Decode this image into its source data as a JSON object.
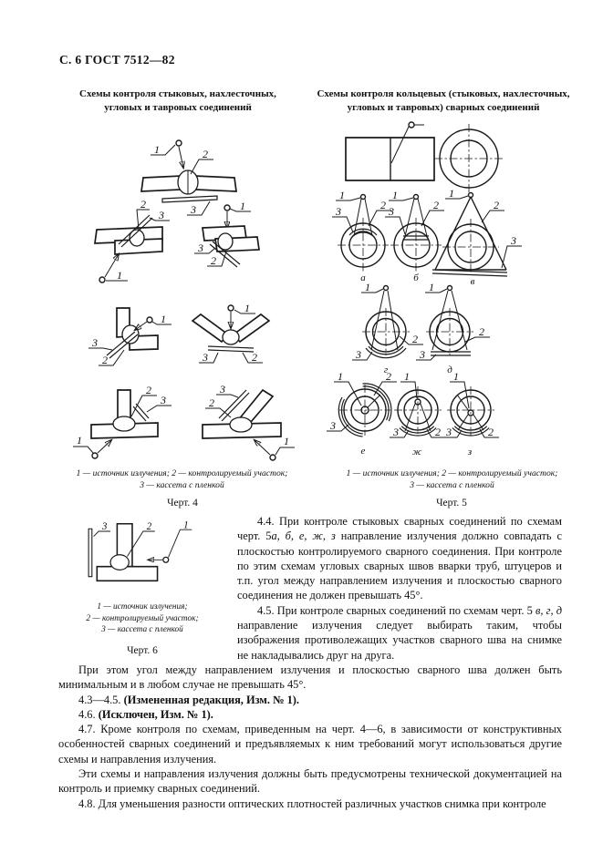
{
  "header": {
    "page_title": "С. 6 ГОСТ 7512—82"
  },
  "fig4": {
    "title_line1": "Схемы контроля стыковых, нахлесточных,",
    "title_line2": "угловых и тавровых соединений",
    "legend_line1": "1 — источник излучения; 2 — контролируемый участок;",
    "legend_line2": "3 — кассета с пленкой",
    "caption": "Черт. 4",
    "callout_source": "1",
    "callout_weld": "2",
    "callout_film": "3"
  },
  "fig5": {
    "title_line1": "Схемы контроля кольцевых (стыковых, нахлесточных,",
    "title_line2": "угловых и тавровых) сварных соединений",
    "legend_line1": "1 — источник излучения; 2 — контролируемый участок;",
    "legend_line2": "3 — кассета с пленкой",
    "caption": "Черт. 5",
    "callout_source": "1",
    "callout_weld": "2",
    "callout_film": "3",
    "scheme_labels": {
      "a": "а",
      "b": "б",
      "v": "в",
      "g": "г",
      "d": "д",
      "e": "е",
      "zh": "ж",
      "z": "з"
    }
  },
  "fig6": {
    "legend_line1": "1 — источник излучения;",
    "legend_line2": "2 — контролируемый участок;",
    "legend_line3": "3 — кассета с пленкой",
    "caption": "Черт. 6",
    "callout_source": "1",
    "callout_weld": "2",
    "callout_film": "3"
  },
  "body": {
    "p44_lead": "4.4. При контроле стыковых сварных соединений по схемам черт. 5",
    "p44_italic": "а, б, е, ж, з",
    "p44_rest": " направление излучения должно совпадать с плоскостью контролируемого сварного соединения. При контроле по этим схемам угловых сварных швов вварки труб, штуцеров и т.п. угол между направлением излучения и плоскостью сварного соединения не должен превышать 45°.",
    "p45_lead": "4.5. При контроле сварных соединений по схемам черт. 5 ",
    "p45_italic": "в, г, д",
    "p45_rest": " направление излучения следует выбирать таким, чтобы изображения противолежащих участков сварного шва на снимке не накладывались друг на друга.",
    "p45b": "При этом угол между направлением излучения и плоскостью сварного шва должен быть минимальным и в любом случае не превышать 45°.",
    "p435_num": "4.3—4.5. ",
    "p435_bold": "(Измененная редакция, Изм. № 1).",
    "p46_num": "4.6. ",
    "p46_bold": "(Исключен, Изм. № 1).",
    "p47": "4.7. Кроме контроля по схемам, приведенным на черт. 4—6, в зависимости от конструктивных особенностей сварных соединений и предъявляемых к ним требований могут использоваться другие схемы и направления излучения.",
    "p47b": "Эти схемы и направления излучения должны быть предусмотрены технической документацией на контроль и приемку сварных соединений.",
    "p48": "4.8. Для уменьшения разности оптических плотностей различных участков снимка при контроле"
  }
}
